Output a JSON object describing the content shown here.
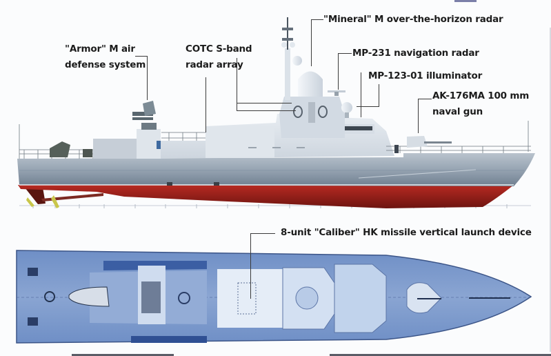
{
  "figure": {
    "subject": "Missile corvette — side profile and top plan view",
    "views": [
      "side-profile",
      "plan-view"
    ]
  },
  "labels": {
    "armor": {
      "line1": "\"Armor\" M air",
      "line2": "defense system"
    },
    "cotc": {
      "line1": "COTC S-band",
      "line2": "radar array"
    },
    "mineral": "\"Mineral\" M over-the-horizon radar",
    "mp231": "MP-231 navigation radar",
    "mp123": "MP-123-01 illuminator",
    "ak176": {
      "line1": "AK-176MA 100 mm",
      "line2": "naval gun"
    },
    "caliber": "8-unit \"Caliber\" HK missile vertical launch device"
  },
  "colors": {
    "background": "#fbfcfd",
    "hull_upper": "#9eaab7",
    "hull_lower": "#7f8d9c",
    "superstructure": "#d9e0e7",
    "antifouling_red": "#a3221c",
    "plan_deck": "#7f9ccc",
    "plan_dark": "#2f4f93",
    "plan_light": "#dfe9f6",
    "leader_line": "#3a3a3a",
    "text": "#1c1c1c"
  }
}
